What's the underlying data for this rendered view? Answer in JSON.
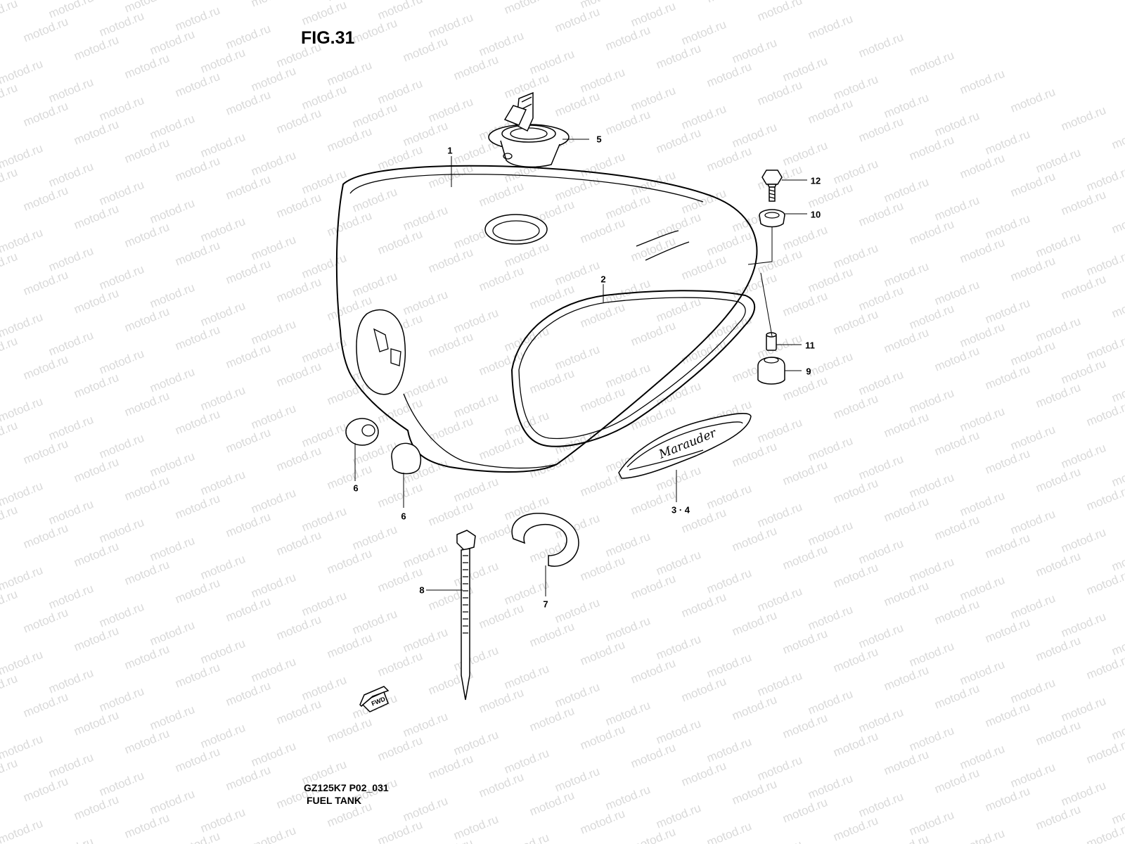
{
  "watermark": "motod.ru",
  "figure_label": "FIG.31",
  "model_code": "GZ125K7 P02_031",
  "section_title": "FUEL TANK",
  "badge_text": "Marauder",
  "arrow_text": "FWD",
  "callouts": {
    "c1": "1",
    "c2": "2",
    "c34": "3 · 4",
    "c5": "5",
    "c6a": "6",
    "c6b": "6",
    "c7": "7",
    "c8": "8",
    "c9": "9",
    "c10": "10",
    "c11": "11",
    "c12": "12"
  }
}
